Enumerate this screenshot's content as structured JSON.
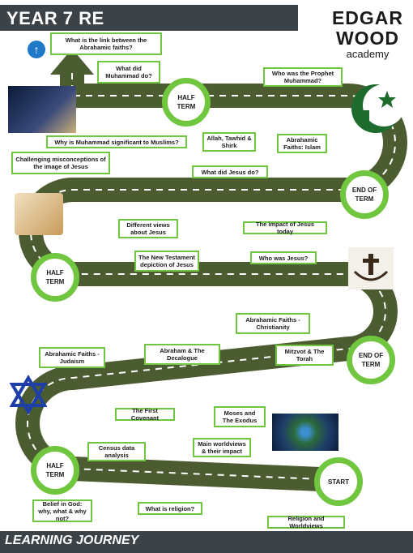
{
  "header": {
    "title": "YEAR 7 RE"
  },
  "footer": {
    "text": "LEARNING JOURNEY"
  },
  "logo": {
    "line1": "EDGAR",
    "line2": "WOOD",
    "line3": "academy"
  },
  "icons": {
    "top": "up-arrow-icon"
  },
  "milestones": {
    "half_term_top": "HALF TERM",
    "end_term_1": "END OF TERM",
    "half_term_mid": "HALF TERM",
    "end_term_2": "END OF TERM",
    "half_term_bottom": "HALF TERM",
    "start": "START"
  },
  "topics": {
    "abrahamic_link": "What is the link between the Abrahamic faiths?",
    "what_did_muhammad": "What did Muhammad do?",
    "who_prophet": "Who was the Prophet Muhammad?",
    "why_significant": "Why is Muhammad significant to Muslims?",
    "allah_tawhid": "Allah, Tawhid & Shirk",
    "faiths_islam": "Abrahamic Faiths: Islam",
    "challenging_jesus": "Challenging misconceptions of the image of Jesus",
    "what_did_jesus": "What did Jesus do?",
    "different_views": "Different views about Jesus",
    "impact_jesus": "The impact of Jesus today",
    "nt_depiction": "The New Testament depiction of Jesus",
    "who_jesus": "Who was Jesus?",
    "faiths_christianity": "Abrahamic Faiths - Christianity",
    "faiths_judaism": "Abrahamic Faiths - Judaism",
    "abraham_decalogue": "Abraham & The Decalogue",
    "mitzvot_torah": "Mitzvot & The Torah",
    "first_covenant": "The First Covenant",
    "moses_exodus": "Moses and The Exodus",
    "census": "Census data analysis",
    "worldviews_impact": "Main worldviews & their impact",
    "belief_god": "Belief in God: why, what & why not?",
    "what_religion": "What is religion?",
    "religion_worldviews": "Religion and Worldviews"
  },
  "colors": {
    "road": "#4b5d30",
    "accent": "#70c63f",
    "bar": "#3b4248"
  }
}
